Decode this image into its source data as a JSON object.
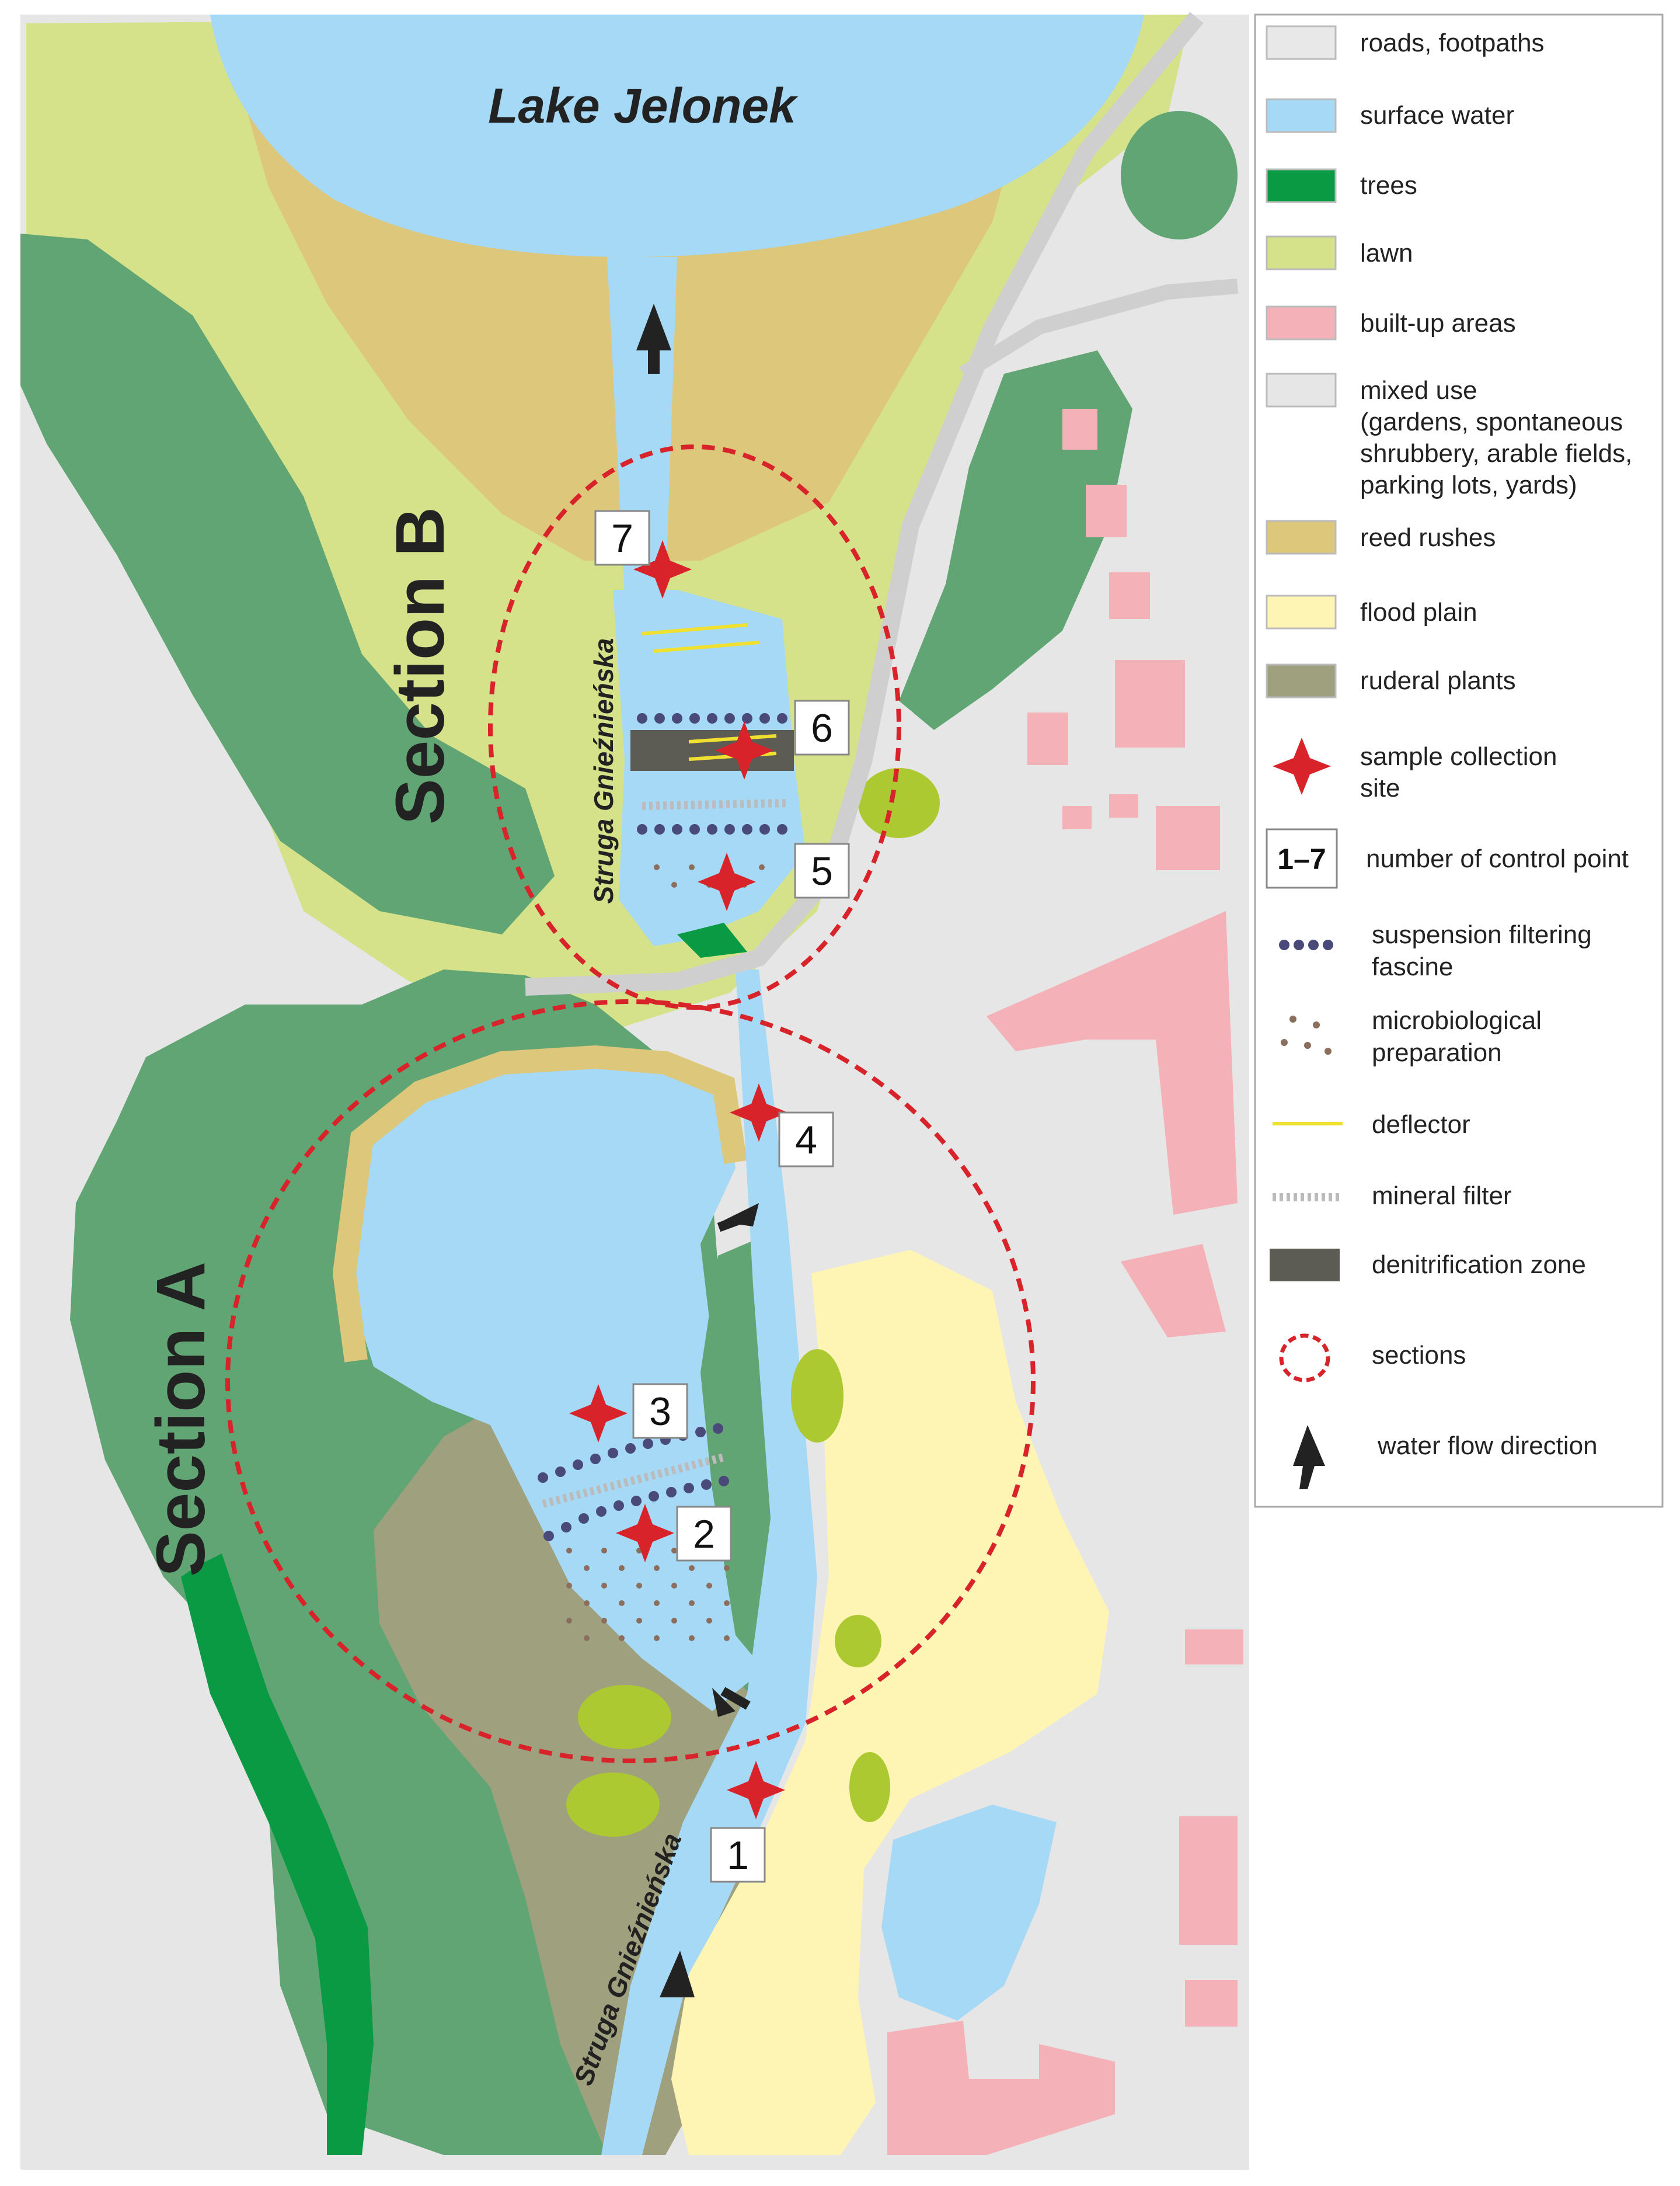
{
  "map": {
    "title": "Lake Jelonek",
    "sections": [
      "Section A",
      "Section B"
    ],
    "stream_label_upper": "Struga Gnieźnieńska",
    "stream_label_lower": "Struga Gnieźnieńska",
    "control_points": [
      {
        "label": "1"
      },
      {
        "label": "2"
      },
      {
        "label": "3"
      },
      {
        "label": "4"
      },
      {
        "label": "5"
      },
      {
        "label": "6"
      },
      {
        "label": "7"
      }
    ]
  },
  "colors": {
    "roads": "#e8e8e8",
    "surface_water": "#a6d9f5",
    "trees": "#0a9a44",
    "forest": "#62a574",
    "lawn": "#d6e28a",
    "built_up": "#f4b1b7",
    "mixed_use": "#e6e6e6",
    "reed_rushes": "#dcc77a",
    "flood_plain": "#fef5b5",
    "ruderal": "#9ea07e",
    "star": "#d8232a",
    "section_circle": "#d8232a",
    "deflector": "#f0e030",
    "denitrification": "#5c5c54",
    "fascine": "#4a4a7a",
    "bush": "#adc932"
  },
  "legend": {
    "items": [
      {
        "key": "roads",
        "label": "roads, footpaths"
      },
      {
        "key": "water",
        "label": "surface water"
      },
      {
        "key": "trees",
        "label": "trees"
      },
      {
        "key": "lawn",
        "label": "lawn"
      },
      {
        "key": "built",
        "label": "built-up areas"
      },
      {
        "key": "mixed",
        "label": "mixed use",
        "extra": [
          "(gardens, spontaneous",
          "shrubbery, arable fields,",
          "parking lots, yards)"
        ]
      },
      {
        "key": "reed",
        "label": "reed rushes"
      },
      {
        "key": "flood",
        "label": "flood plain"
      },
      {
        "key": "ruderal",
        "label": "ruderal plants"
      },
      {
        "key": "sample",
        "label": "sample collection",
        "extra": [
          "site"
        ]
      },
      {
        "key": "number",
        "label": "number of control point",
        "symbol": "1–7"
      },
      {
        "key": "fascine",
        "label": "suspension filtering",
        "extra": [
          "fascine"
        ]
      },
      {
        "key": "microbio",
        "label": "microbiological",
        "extra": [
          "preparation"
        ]
      },
      {
        "key": "deflector",
        "label": "deflector"
      },
      {
        "key": "mineral",
        "label": "mineral filter"
      },
      {
        "key": "denit",
        "label": "denitrification zone"
      },
      {
        "key": "sections",
        "label": "sections"
      },
      {
        "key": "flow",
        "label": "water flow direction"
      }
    ]
  }
}
